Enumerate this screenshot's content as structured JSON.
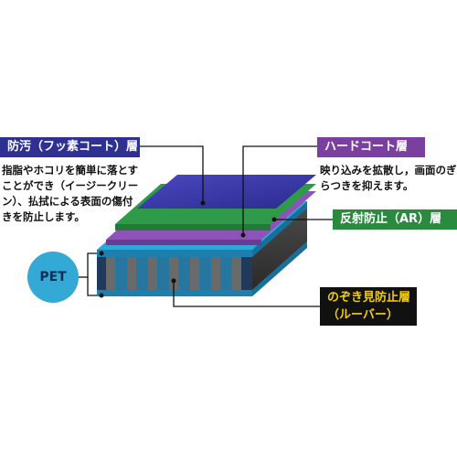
{
  "labels": {
    "antifouling": "防汚（フッ素コート）層",
    "hardcoat": "ハードコート層",
    "antireflection": "反射防止（AR）層",
    "louver_line1": "のぞき見防止層",
    "louver_line2": "（ルーバー）"
  },
  "descriptions": {
    "antifouling": [
      "指脂やホコリを簡単に落とす",
      "ことができ（イージークリー",
      "ン）、払拭による表面の傷付",
      "きを防止します。"
    ],
    "hardcoat": [
      "映り込みを拡散し，画面のぎ",
      "らつきを抑えます。"
    ]
  },
  "pet": "PET",
  "colors": {
    "antifouling_label_bg": "#2e3192",
    "hardcoat_label_bg": "#7b3fa0",
    "antireflection_label_bg": "#2a8a3e",
    "louver_label_bg": "#111111",
    "louver_label_text": "#f5d000",
    "top_layer": "#3a3aa8",
    "green_layer": "#2f9a4a",
    "purple_layer": "#8e52b8",
    "pet_layer": "#2ea8d8",
    "louver_slat": "#5a5a5a",
    "louver_bg": "#1f3a5a"
  }
}
